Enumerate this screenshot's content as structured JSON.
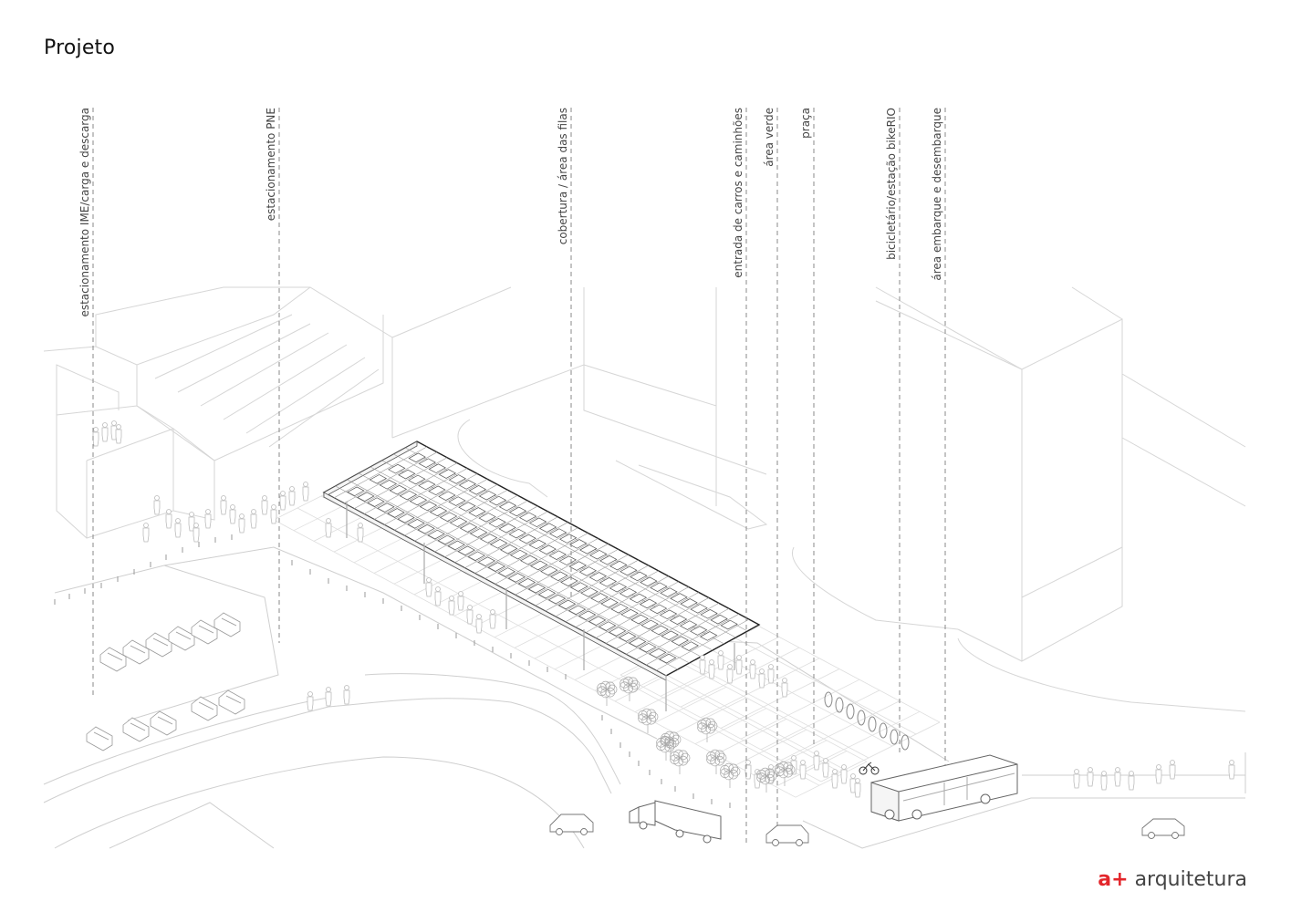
{
  "title": "Projeto",
  "labels": [
    {
      "id": "ime",
      "text": "estacionamento IME/carga e descarga"
    },
    {
      "id": "pne",
      "text": "estacionamento PNE"
    },
    {
      "id": "cobertura",
      "text": "cobertura / área das filas"
    },
    {
      "id": "entrada",
      "text": "entrada de carros e caminhões"
    },
    {
      "id": "verde",
      "text": "área verde"
    },
    {
      "id": "praca",
      "text": "praça"
    },
    {
      "id": "bike",
      "text": "bicicletário/estação bikeRIO"
    },
    {
      "id": "embarque",
      "text": "área embarque e  desembarque"
    }
  ],
  "brand": {
    "mark": "a+",
    "name": "arquitetura",
    "mark_color": "#e3262b"
  }
}
